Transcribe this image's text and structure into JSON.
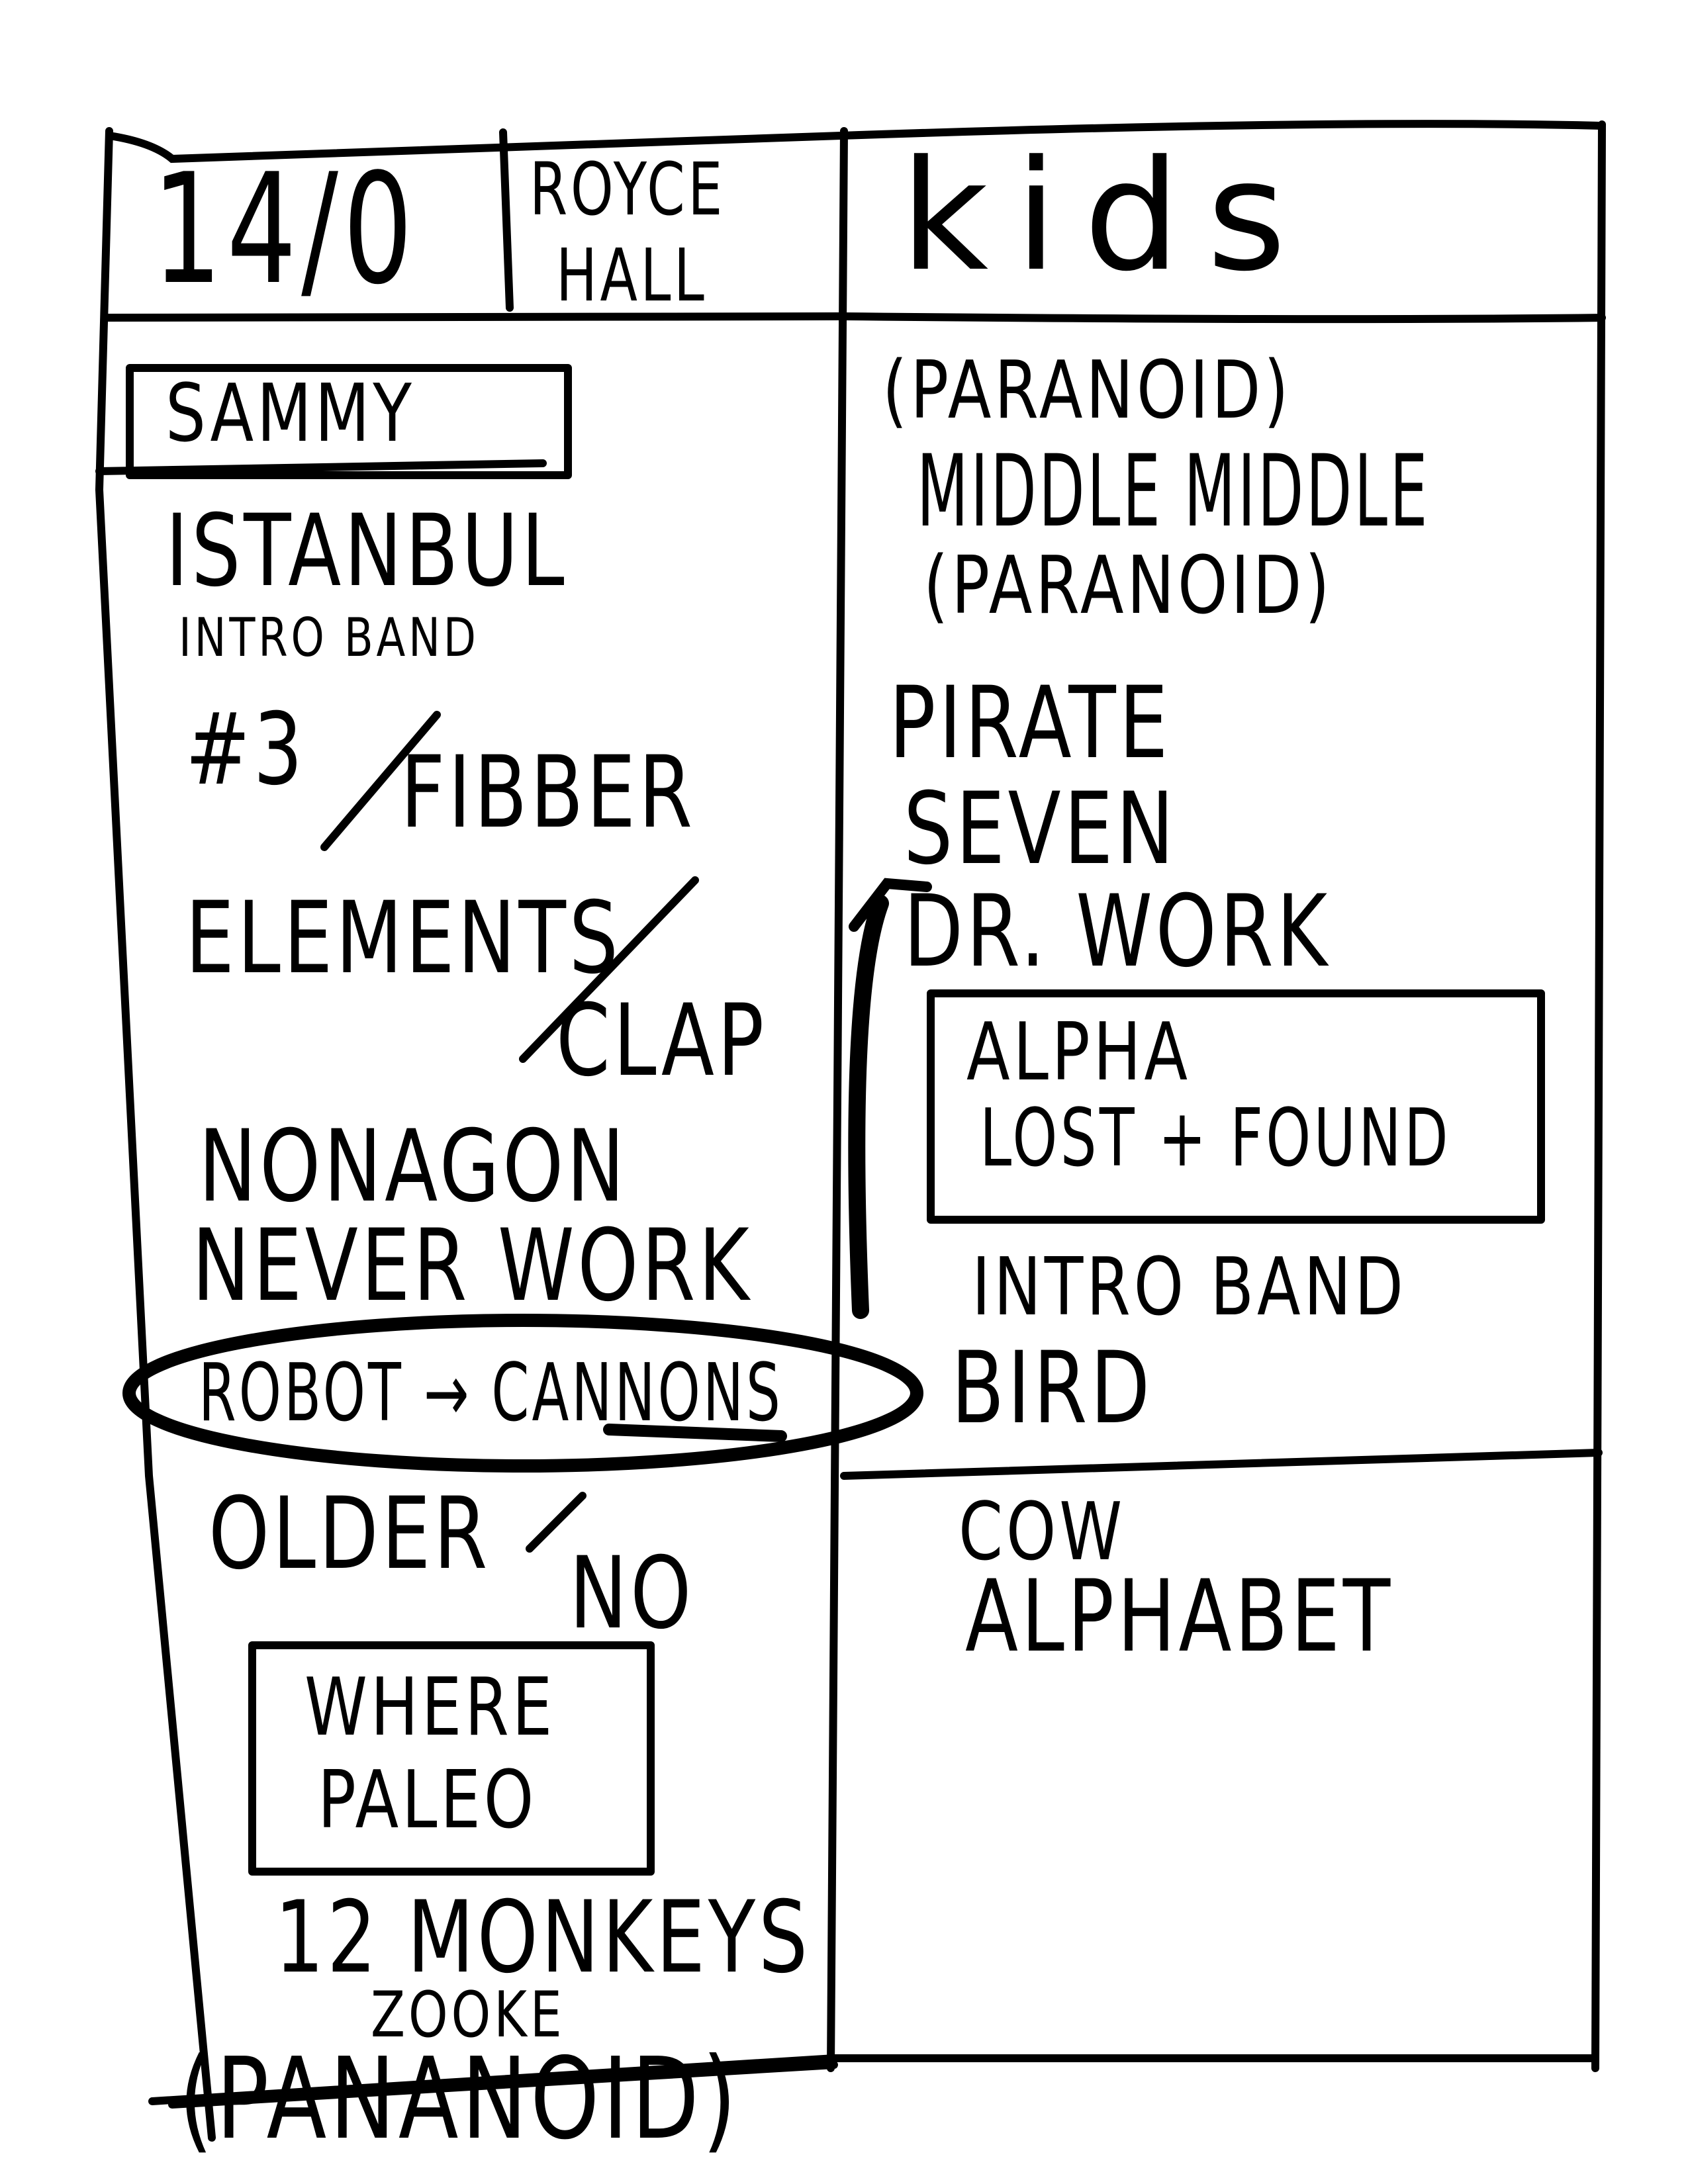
{
  "header": {
    "date_mark": "14/0",
    "venue": [
      "ROYCE",
      "HALL"
    ],
    "right_title": "kids"
  },
  "left_column": {
    "boxed_opener": "SAMMY",
    "songs": {
      "istanbul": "ISTANBUL",
      "intro_band": "INTRO BAND",
      "num3": "#3",
      "fibber": "FIBBER",
      "elements": "ELEMENTS",
      "clap": "CLAP",
      "nonagon": "NONAGON",
      "never_work": "NEVER WORK",
      "robot_cannons": "ROBOT → CANNONS",
      "older": "OLDER",
      "no": "NO",
      "where": "WHERE",
      "paleo": "PALEO",
      "twelve_monkeys": "12 MONKEYS",
      "zooke": "ZOOKE",
      "pananoid": "(PANANOID)"
    }
  },
  "right_column": {
    "songs": {
      "paranoid_1": "(PARANOID)",
      "middle_middle": "MIDDLE MIDDLE",
      "paranoid_2": "(PARANOID)",
      "pirate": "PIRATE",
      "seven": "SEVEN",
      "dr_work": "DR. WORK",
      "alpha": "ALPHA",
      "lost_found": "LOST + FOUND",
      "intro_band": "INTRO BAND",
      "bird": "BIRD",
      "cow": "COW",
      "alphabet": "ALPHABET"
    }
  }
}
